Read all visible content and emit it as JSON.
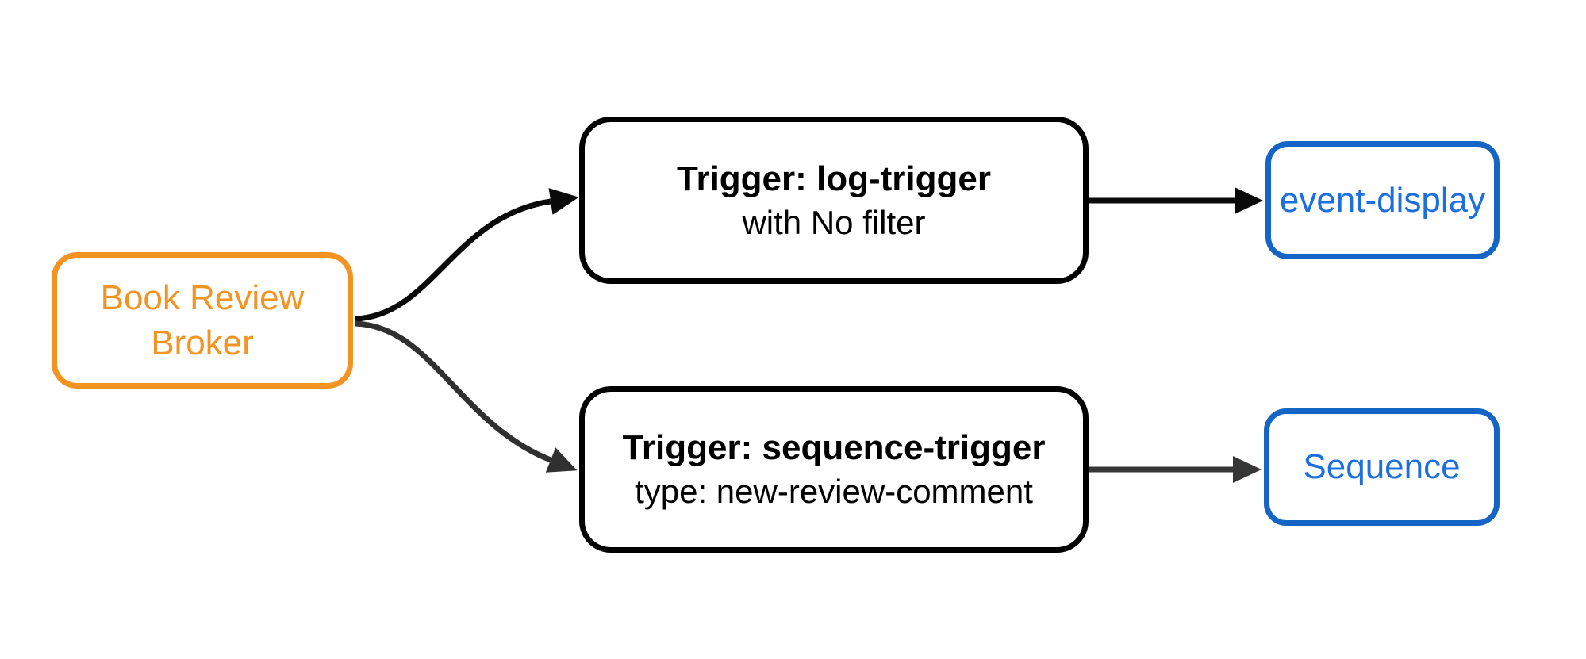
{
  "diagram": {
    "kind": "event-flow-diagram",
    "direction": "left-to-right"
  },
  "colors": {
    "background": "#ffffff",
    "orange": "#F39422",
    "blue_border": "#1565C6",
    "blue_text": "#1C6FDE",
    "black_border": "#000000",
    "black_text": "#000000"
  },
  "nodes": {
    "broker": {
      "line1": "Book Review",
      "line2": "Broker"
    },
    "log_trigger": {
      "title": "Trigger: log-trigger",
      "subtitle": "with No filter"
    },
    "sequence_trigger": {
      "title": "Trigger: sequence-trigger",
      "subtitle": "type: new-review-comment"
    },
    "event_display": {
      "label": "event-display"
    },
    "sequence": {
      "label": "Sequence"
    }
  },
  "edges": {
    "broker_to_log_trigger": {
      "from": "Book Review Broker",
      "to": "Trigger: log-trigger",
      "color": "#0a0a0a"
    },
    "broker_to_sequence_trigger": {
      "from": "Book Review Broker",
      "to": "Trigger: sequence-trigger",
      "color": "#303030"
    },
    "log_trigger_to_event_display": {
      "from": "Trigger: log-trigger",
      "to": "event-display",
      "color": "#0a0a0a"
    },
    "sequence_trigger_to_sequence": {
      "from": "Trigger: sequence-trigger",
      "to": "Sequence",
      "color": "#363636"
    }
  }
}
